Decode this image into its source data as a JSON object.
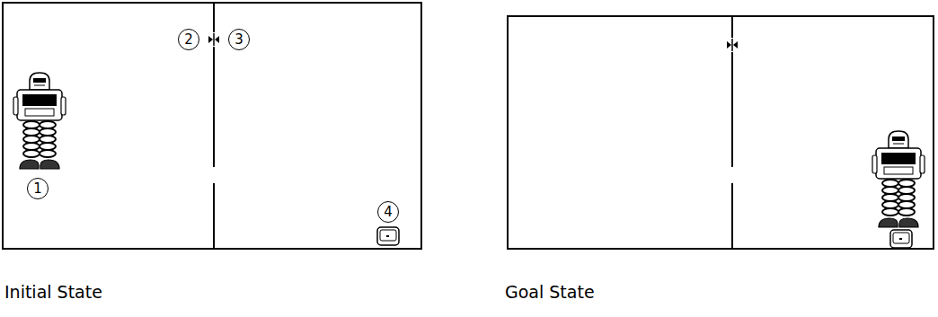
{
  "diagram": {
    "nodes": [
      {
        "text": [
          "1"
        ]
      },
      {
        "text": [
          "2"
        ]
      },
      {
        "text": [
          "3"
        ]
      },
      {
        "text": [
          "4"
        ]
      }
    ],
    "labels": [
      "Initial State",
      "Goal State"
    ]
  }
}
